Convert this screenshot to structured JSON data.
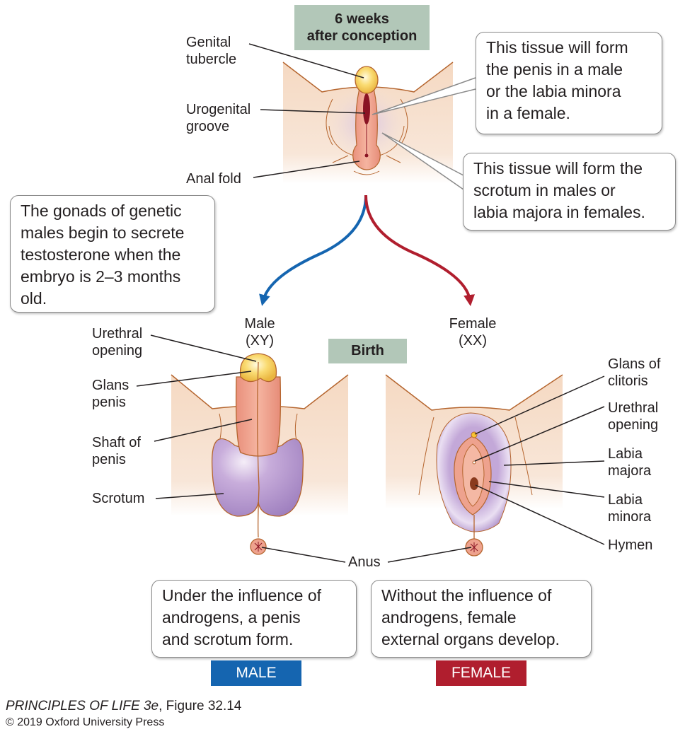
{
  "stages": {
    "top": "6 weeks after conception",
    "top_line1": "6 weeks",
    "top_line2": "after conception",
    "birth": "Birth"
  },
  "top_labels": {
    "genital_tubercle": [
      "Genital",
      "tubercle"
    ],
    "urogenital_groove": [
      "Urogenital",
      "groove"
    ],
    "anal_fold": "Anal fold"
  },
  "callouts": {
    "tissue_penis": "This tissue will form the penis in a male or the labia minora in a female.",
    "tissue_penis_lines": [
      "This tissue will form",
      "the penis in a male",
      "or the labia minora",
      "in a female."
    ],
    "tissue_scrotum_lines": [
      "This tissue will form the",
      "scrotum in males or",
      "labia majora in females."
    ],
    "gonads_lines": [
      "The gonads of genetic",
      "males begin to secrete",
      "testosterone when the",
      "embryo is 2–3 months",
      "old."
    ],
    "male_result_lines": [
      "Under the influence of",
      "androgens, a penis",
      "and scrotum form."
    ],
    "female_result_lines": [
      "Without the influence of",
      "androgens, female",
      "external organs develop."
    ]
  },
  "branches": {
    "male": [
      "Male",
      "(XY)"
    ],
    "female": [
      "Female",
      "(XX)"
    ],
    "male_color": "#1565b0",
    "female_color": "#b01e2e"
  },
  "male_labels": {
    "urethral_opening": [
      "Urethral",
      "opening"
    ],
    "glans_penis": [
      "Glans",
      "penis"
    ],
    "shaft_of_penis": [
      "Shaft of",
      "penis"
    ],
    "scrotum": "Scrotum"
  },
  "female_labels": {
    "glans_of_clitoris": [
      "Glans of",
      "clitoris"
    ],
    "urethral_opening": [
      "Urethral",
      "opening"
    ],
    "labia_majora": [
      "Labia",
      "majora"
    ],
    "labia_minora": [
      "Labia",
      "minora"
    ],
    "hymen": "Hymen"
  },
  "shared_labels": {
    "anus": "Anus"
  },
  "tags": {
    "male": "MALE",
    "female": "FEMALE"
  },
  "credit": {
    "book": "PRINCIPLES OF LIFE 3e",
    "figure": ", Figure 32.14",
    "copyright": "© 2019 Oxford University Press"
  },
  "colors": {
    "stage_box": "#b2c7b8",
    "skin": "#f6dcc6",
    "tubercle": "#f8d46a",
    "pink_tissue": "#eea28e",
    "purple_tissue": "#b79ad0",
    "groove": "#8a1424",
    "outline": "#b5652e"
  }
}
